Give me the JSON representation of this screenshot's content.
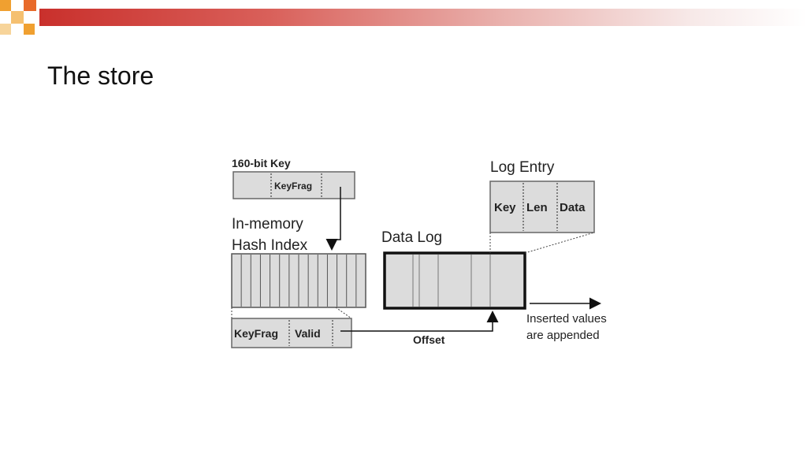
{
  "slide": {
    "title": "The store"
  },
  "diagram": {
    "key_label": "160-bit Key",
    "keyfrag_label": "KeyFrag",
    "index_label_line1": "In-memory",
    "index_label_line2": "Hash Index",
    "entry_keyfrag": "KeyFrag",
    "entry_valid": "Valid",
    "offset_label": "Offset",
    "data_log_label": "Data Log",
    "log_entry_label": "Log Entry",
    "log_entry_fields": [
      "Key",
      "Len",
      "Data"
    ],
    "append_note_line1": "Inserted values",
    "append_note_line2": "are appended"
  },
  "colors": {
    "accent_red": "#c9302c",
    "accent_orange": "#f0a030",
    "box_fill": "#dcdcdc"
  }
}
